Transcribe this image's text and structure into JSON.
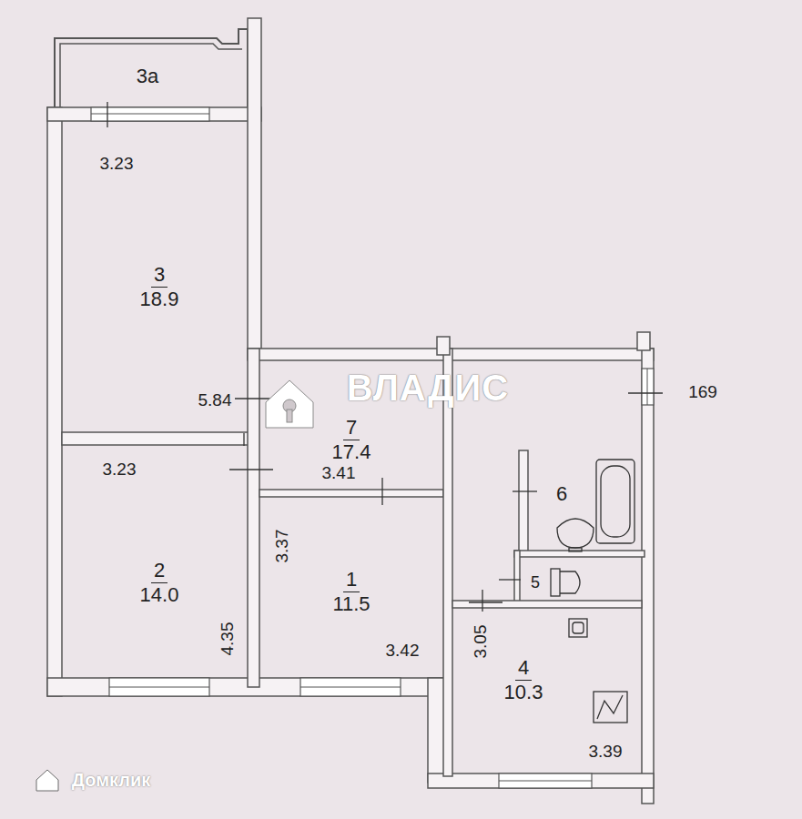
{
  "diagram": {
    "nodes": [
      {
        "text": [
          "3a"
        ]
      },
      {
        "text": [
          "3",
          "18.9"
        ]
      },
      {
        "text": [
          "7",
          "17.4"
        ]
      },
      {
        "text": [
          "6"
        ]
      },
      {
        "text": [
          "5"
        ]
      },
      {
        "text": [
          "2",
          "14.0"
        ]
      },
      {
        "text": [
          "1",
          "11.5"
        ]
      },
      {
        "text": [
          "4",
          "10.3"
        ]
      }
    ],
    "labels": [
      "3.23",
      "5.84",
      "3.23",
      "3.41",
      "3.37",
      "4.35",
      "3.42",
      "3.05",
      "3.39",
      "169",
      "ВЛАДИС",
      "Домклик"
    ]
  }
}
